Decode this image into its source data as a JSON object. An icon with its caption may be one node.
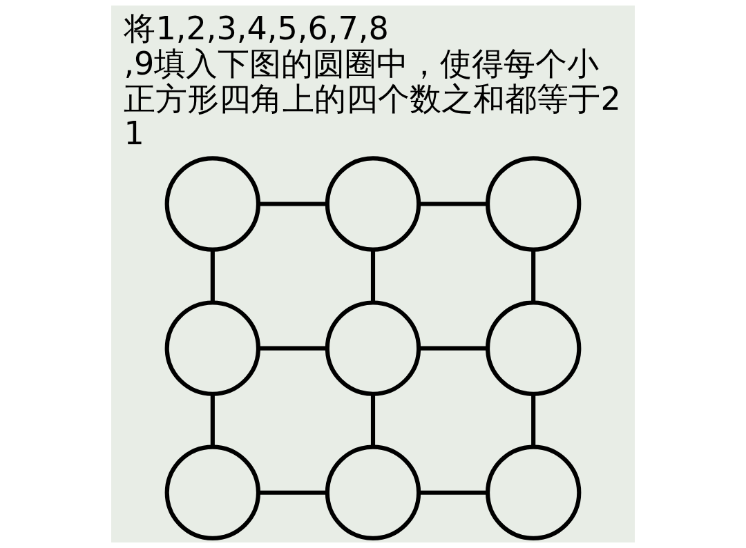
{
  "diagram": {
    "title": "将1,2,3,4,5,6,7,8,9填入下图的圆圈中，使得每个小正方形四角上的四个数之和都等于21",
    "nodes": [
      {
        "text": [],
        "shape": "circle"
      },
      {
        "text": [],
        "shape": "circle"
      },
      {
        "text": [],
        "shape": "circle"
      },
      {
        "text": [],
        "shape": "circle"
      },
      {
        "text": [],
        "shape": "circle"
      },
      {
        "text": [],
        "shape": "circle"
      },
      {
        "text": [],
        "shape": "circle"
      },
      {
        "text": [],
        "shape": "circle"
      },
      {
        "text": [],
        "shape": "circle"
      }
    ],
    "edges": [
      {
        "from": 0,
        "to": 1,
        "arrow": "none"
      },
      {
        "from": 1,
        "to": 2,
        "arrow": "none"
      },
      {
        "from": 0,
        "to": 3,
        "arrow": "none"
      },
      {
        "from": 1,
        "to": 4,
        "arrow": "none"
      },
      {
        "from": 2,
        "to": 5,
        "arrow": "none"
      },
      {
        "from": 3,
        "to": 4,
        "arrow": "none"
      },
      {
        "from": 4,
        "to": 5,
        "arrow": "none"
      },
      {
        "from": 3,
        "to": 6,
        "arrow": "none"
      },
      {
        "from": 4,
        "to": 7,
        "arrow": "none"
      },
      {
        "from": 5,
        "to": 8,
        "arrow": "none"
      },
      {
        "from": 6,
        "to": 7,
        "arrow": "none"
      },
      {
        "from": 7,
        "to": 8,
        "arrow": "none"
      }
    ]
  }
}
